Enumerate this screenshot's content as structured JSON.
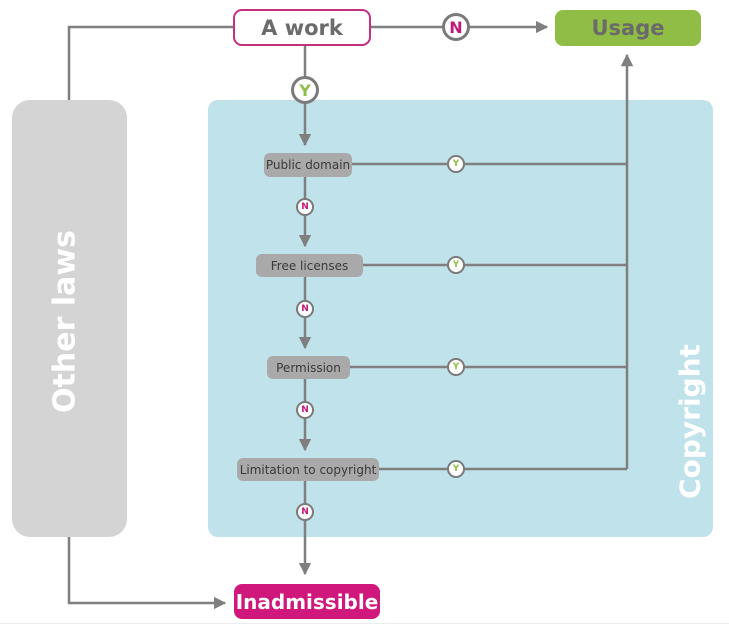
{
  "diagram": {
    "start": "A work",
    "usage": "Usage",
    "inadmissible": "Inadmissible",
    "panels": {
      "other_laws": "Other laws",
      "copyright": "Copyright"
    },
    "start_branches": {
      "no": "N",
      "yes": "Y"
    },
    "steps": [
      {
        "label": "Public domain",
        "yes": "Y",
        "no": "N"
      },
      {
        "label": "Free licenses",
        "yes": "Y",
        "no": "N"
      },
      {
        "label": "Permission",
        "yes": "Y",
        "no": "N"
      },
      {
        "label": "Limitation to copyright",
        "yes": "Y",
        "no": "N"
      }
    ],
    "colors": {
      "start_border": "#c2307f",
      "usage": "#8fbd45",
      "inadmissible": "#d0177c",
      "other_laws_panel": "#d4d4d4",
      "copyright_panel": "#c0e2ea",
      "step_box": "#a9a9a9",
      "connector": "#7f7f7f",
      "no_marker": "#c2187a",
      "yes_marker": "#8fbd45"
    }
  }
}
